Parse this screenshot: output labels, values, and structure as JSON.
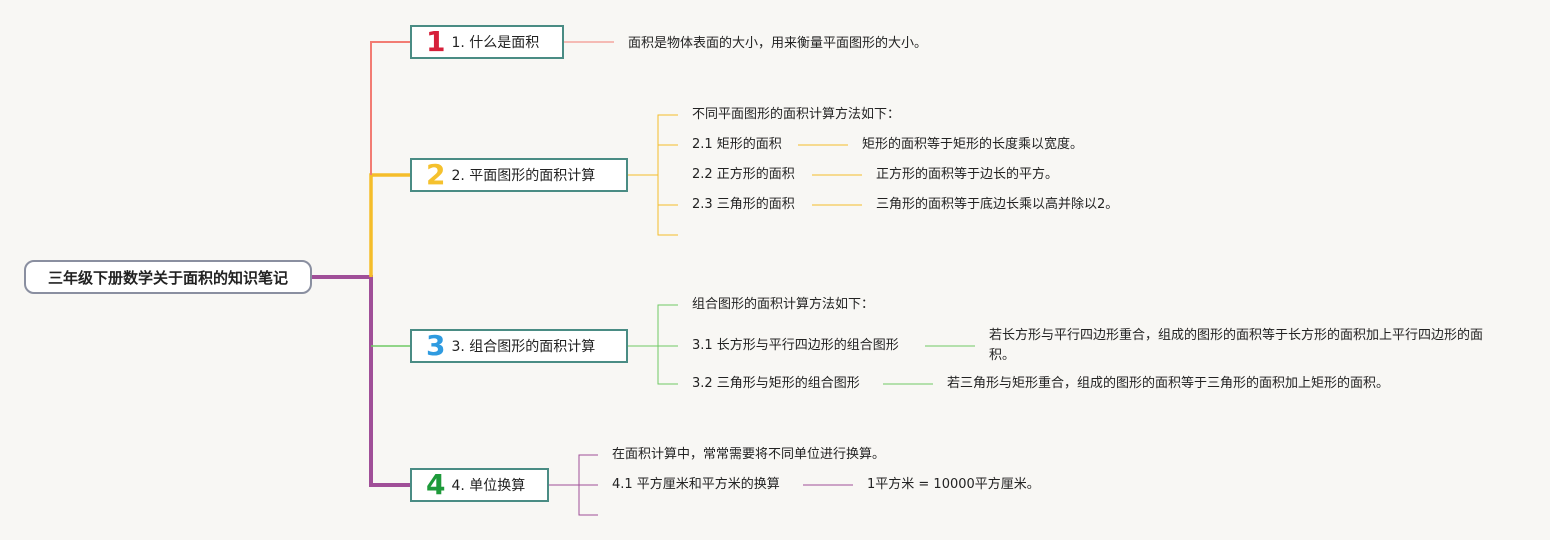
{
  "root": {
    "label": "三年级下册数学关于面积的知识笔记"
  },
  "colors": {
    "t1": "#f27c73",
    "t2": "#f5bd2a",
    "t3": "#6fca65",
    "t4": "#a04f98",
    "num1": "#d6203a",
    "num2": "#f5c12d",
    "num3": "#2f9be0",
    "num4": "#1e9a3a"
  },
  "topics": [
    {
      "num": "1",
      "label": "1. 什么是面积",
      "desc": "面积是物体表面的大小，用来衡量平面图形的大小。"
    },
    {
      "num": "2",
      "label": "2. 平面图形的面积计算",
      "intro": "不同平面图形的面积计算方法如下：",
      "items": [
        {
          "label": "2.1 矩形的面积",
          "desc": "矩形的面积等于矩形的长度乘以宽度。"
        },
        {
          "label": "2.2 正方形的面积",
          "desc": "正方形的面积等于边长的平方。"
        },
        {
          "label": "2.3 三角形的面积",
          "desc": "三角形的面积等于底边长乘以高并除以2。"
        }
      ]
    },
    {
      "num": "3",
      "label": "3. 组合图形的面积计算",
      "intro": "组合图形的面积计算方法如下：",
      "items": [
        {
          "label": "3.1 长方形与平行四边形的组合图形",
          "desc": "若长方形与平行四边形重合，组成的图形的面积等于长方形的面积加上平行四边形的面积。"
        },
        {
          "label": "3.2 三角形与矩形的组合图形",
          "desc": "若三角形与矩形重合，组成的图形的面积等于三角形的面积加上矩形的面积。"
        }
      ]
    },
    {
      "num": "4",
      "label": "4. 单位换算",
      "intro": "在面积计算中，常常需要将不同单位进行换算。",
      "items": [
        {
          "label": "4.1 平方厘米和平方米的换算",
          "desc": "1平方米 = 10000平方厘米。"
        }
      ]
    }
  ]
}
